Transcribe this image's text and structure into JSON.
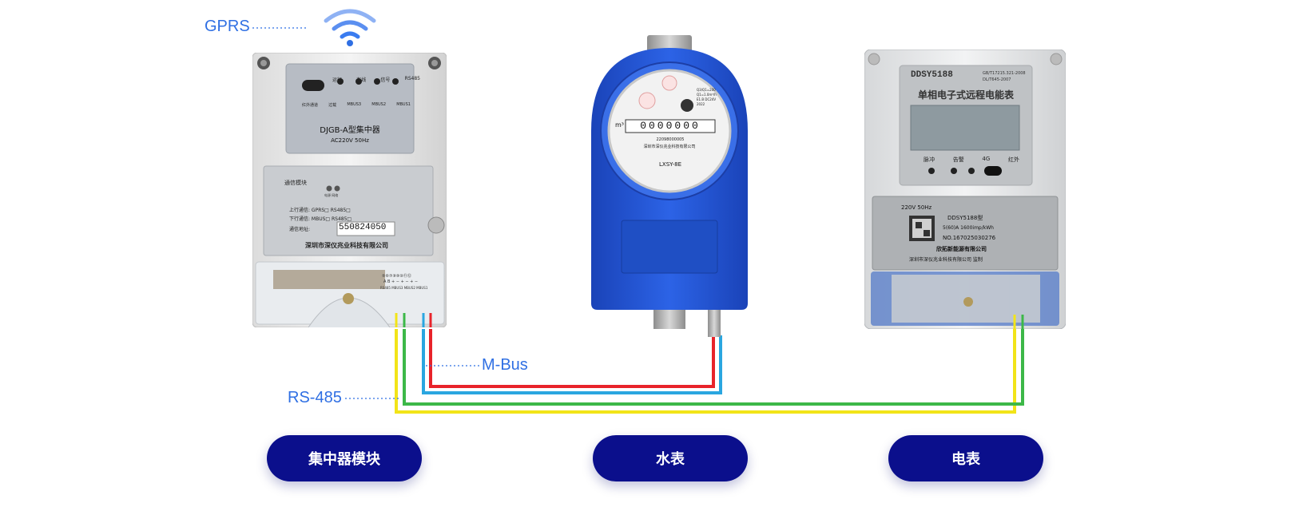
{
  "labels": {
    "gprs": "GPRS",
    "mbus": "M-Bus",
    "rs485": "RS-485"
  },
  "buttons": {
    "concentrator": "集中器模块",
    "water_meter": "水表",
    "electric_meter": "电表"
  },
  "concentrator": {
    "led_labels": [
      "运行",
      "在线",
      "信号",
      "RS485"
    ],
    "led_sublabels": [
      "红外通道",
      "过载",
      "MBUS3",
      "MBUS2",
      "MBUS1"
    ],
    "model": "DJGB-A型集中器",
    "power": "AC220V 50Hz",
    "module_title": "通信模块",
    "module_leds": "电源 网络",
    "uplink": "上行通信: GPRS□ RS485□",
    "downlink": "下行通信: MBUS□ RS485□",
    "address_label": "通信地址:",
    "address": "550824050",
    "company": "深圳市深仪兆业科技有限公司",
    "terminals": "⑤⑥⑦⑧⑨⑩⑪⑫",
    "terminal_signs": "A B + − + − + −",
    "terminal_names": "RS485 MBUS3 MBUS2 MBUS1"
  },
  "water_meter": {
    "digits": "0000000",
    "unit": "m³",
    "spec1": "Q3/Q1=200",
    "spec2": "Q1=1.0m³/h",
    "spec3": "E1.B DC24V",
    "spec4": "2022",
    "serial": "22098000005",
    "company": "深圳市深仪兆业科技有限公司",
    "model": "LXSY-8E"
  },
  "electric_meter": {
    "brand": "DDSY5188",
    "std1": "GB/T17215.321-2008",
    "std2": "DL/T645-2007",
    "title": "单相电子式远程电能表",
    "indicators": [
      "脉冲",
      "告警",
      "4G",
      "红外"
    ],
    "voltage": "220V 50Hz",
    "model": "DDSY5188型",
    "current": "5(60)A 1600imp/kWh",
    "number": "NO.167025030276",
    "maker": "欣拓新能源有限公司",
    "supervisor": "深圳市深仪兆业科技有限公司 监制"
  },
  "colors": {
    "pill": "#0b0f8c",
    "label": "#2f6fe3",
    "wire_yellow": "#f2e418",
    "wire_green": "#3cb848",
    "wire_blue": "#2aa6e0",
    "wire_red": "#e8232a",
    "meter_blue": "#1b4fd1"
  }
}
